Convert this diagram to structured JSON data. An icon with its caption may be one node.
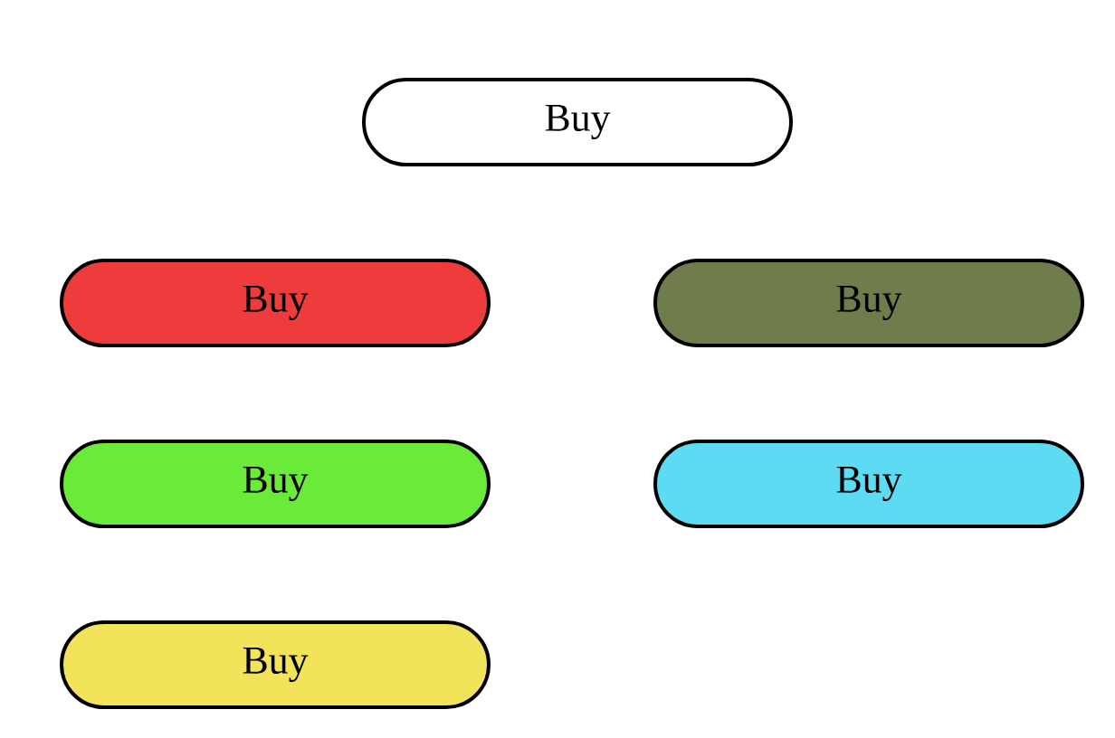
{
  "diagram": {
    "nodes": [
      {
        "text": [
          "Buy"
        ]
      },
      {
        "text": [
          "Buy"
        ]
      },
      {
        "text": [
          "Buy"
        ]
      },
      {
        "text": [
          "Buy"
        ]
      },
      {
        "text": [
          "Buy"
        ]
      },
      {
        "text": [
          "Buy"
        ]
      }
    ]
  }
}
